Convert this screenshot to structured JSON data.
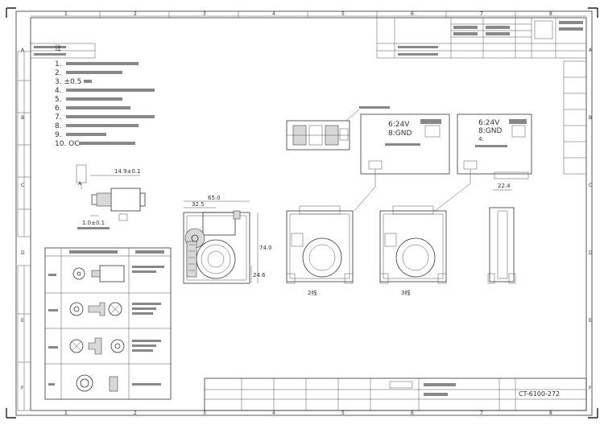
{
  "drawing": {
    "zone_columns": [
      "1",
      "2",
      "3",
      "4",
      "5",
      "6",
      "7",
      "8"
    ],
    "zone_rows": [
      "A",
      "B",
      "C",
      "D",
      "E",
      "F"
    ],
    "notes": {
      "heading": "注",
      "items": [
        "1.",
        "2.",
        "3. ±0.5",
        "4.",
        "5.",
        "6.",
        "7.",
        "8.",
        "9.",
        "10. OC"
      ]
    },
    "dimensions": {
      "shaft_length": "14.9±0.1",
      "shaft_offset": "1.0±0.1",
      "width_total": "65.0",
      "width_inner": "32.5",
      "height_right": "74.0",
      "height_lower": "24.6",
      "side_offset": "22.4",
      "tol_note": "A"
    },
    "wiring": {
      "box1_line1": "6:24V",
      "box1_line2": "8:GND",
      "box2_line1": "6:24V",
      "box2_line2": "8:GND",
      "box2_line3": "4:"
    },
    "view_labels": {
      "view1": "2线",
      "view2": "3线"
    },
    "title_block": {
      "drawing_number": "CT-6100-272"
    }
  }
}
